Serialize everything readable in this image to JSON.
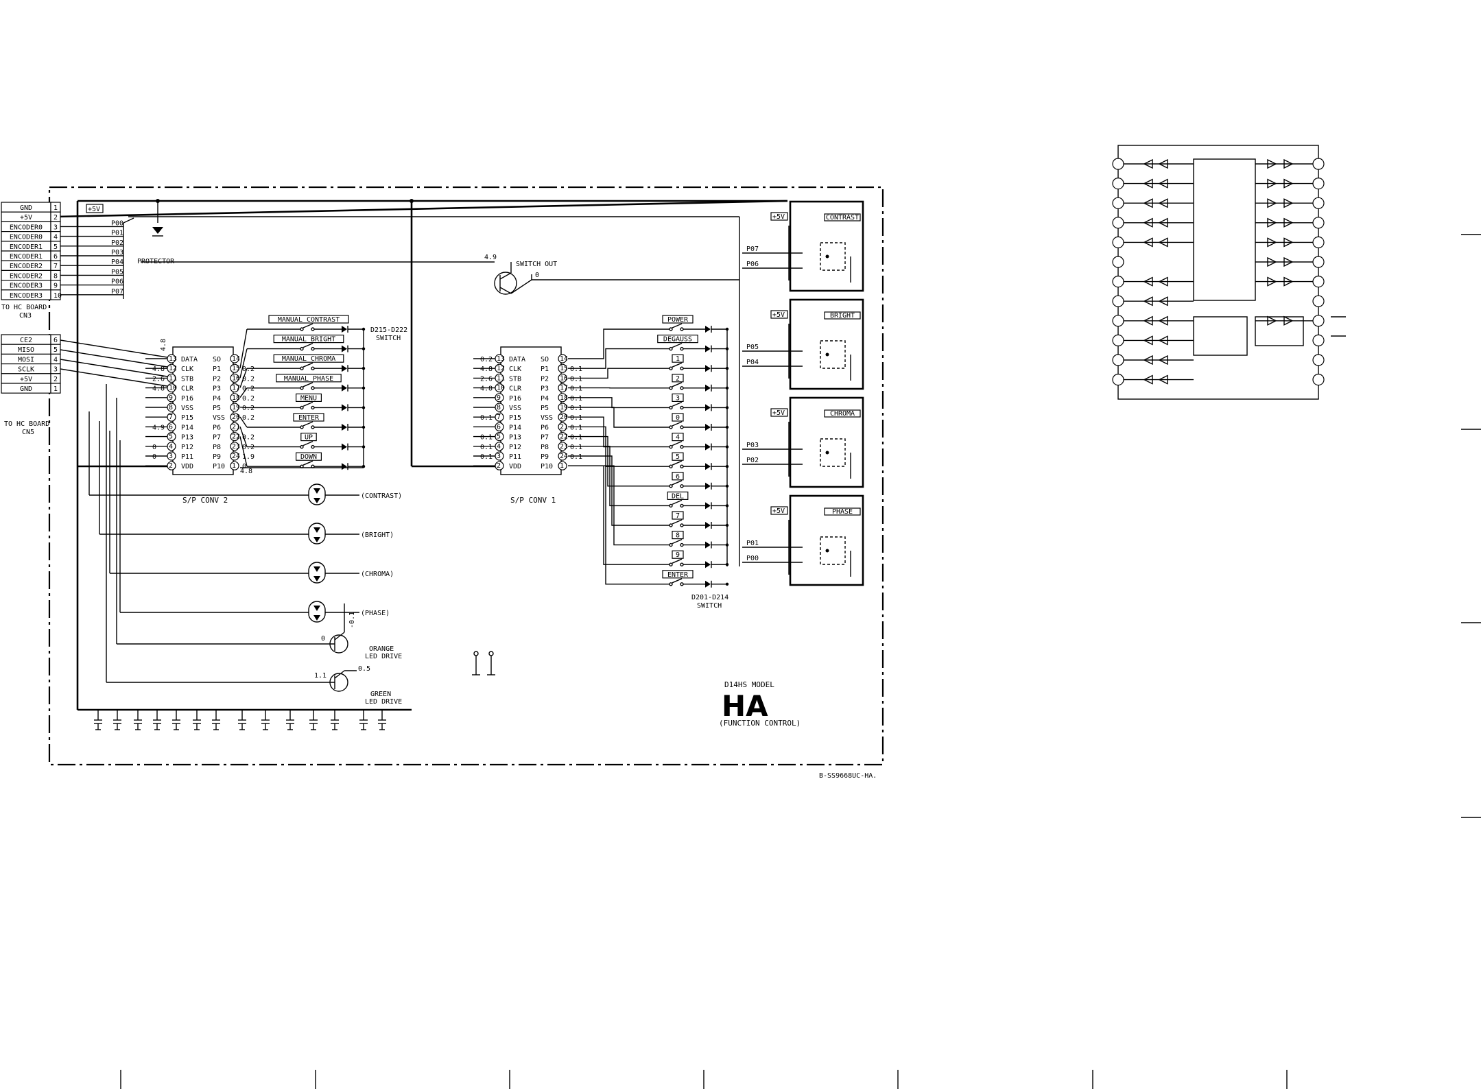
{
  "board": {
    "model": "D14HS MODEL",
    "name": "HA",
    "subtitle": "(FUNCTION CONTROL)",
    "doc_id": "B-SS9668UC-HA."
  },
  "connectors": {
    "cn3": {
      "caption_line1": "TO HC BOARD",
      "caption_line2": "CN3",
      "pins": [
        {
          "num": "1",
          "label": "GND",
          "net": ""
        },
        {
          "num": "2",
          "label": "+5V",
          "net": ""
        },
        {
          "num": "3",
          "label": "ENCODER0",
          "net": "P00"
        },
        {
          "num": "4",
          "label": "ENCODER0",
          "net": "P01"
        },
        {
          "num": "5",
          "label": "ENCODER1",
          "net": "P02"
        },
        {
          "num": "6",
          "label": "ENCODER1",
          "net": "P03"
        },
        {
          "num": "7",
          "label": "ENCODER2",
          "net": "P04"
        },
        {
          "num": "8",
          "label": "ENCODER2",
          "net": "P05"
        },
        {
          "num": "9",
          "label": "ENCODER3",
          "net": "P06"
        },
        {
          "num": "10",
          "label": "ENCODER3",
          "net": "P07"
        }
      ]
    },
    "cn5": {
      "caption_line1": "TO HC BOARD",
      "caption_line2": "CN5",
      "pins": [
        {
          "num": "6",
          "label": "CE2"
        },
        {
          "num": "5",
          "label": "MISO"
        },
        {
          "num": "4",
          "label": "MOSI"
        },
        {
          "num": "3",
          "label": "SCLK"
        },
        {
          "num": "2",
          "label": "+5V"
        },
        {
          "num": "1",
          "label": "GND"
        }
      ]
    }
  },
  "labels": {
    "plus5v": "+5V",
    "protector": "PROTECTOR",
    "switch_out": "SWITCH OUT",
    "switch_out_v_in": "4.9",
    "switch_out_v_out": "0",
    "protector_v": "4.8",
    "switch_group_a_line1": "D215-D222",
    "switch_group_a_line2": "SWITCH",
    "switch_group_b_line1": "D201-D214",
    "switch_group_b_line2": "SWITCH",
    "orange_led_line1": "ORANGE",
    "orange_led_line2": "LED DRIVE",
    "green_led_line1": "GREEN",
    "green_led_line2": "LED DRIVE",
    "orange_v_b": "0",
    "orange_v_c": "-0.1",
    "green_v_b": "1.1",
    "green_v_c": "0.5"
  },
  "ic_conv2": {
    "name": "S/P CONV 2",
    "left_pins": [
      {
        "num": "13",
        "name": "DATA",
        "v": ""
      },
      {
        "num": "12",
        "name": "CLK",
        "v": "4.8"
      },
      {
        "num": "11",
        "name": "STB",
        "v": "2.6"
      },
      {
        "num": "10",
        "name": "CLR",
        "v": "4.8"
      },
      {
        "num": "9",
        "name": "P16",
        "v": ""
      },
      {
        "num": "8",
        "name": "VSS",
        "v": ""
      },
      {
        "num": "7",
        "name": "P15",
        "v": ""
      },
      {
        "num": "6",
        "name": "P14",
        "v": "4.9"
      },
      {
        "num": "5",
        "name": "P13",
        "v": ""
      },
      {
        "num": "4",
        "name": "P12",
        "v": "0"
      },
      {
        "num": "3",
        "name": "P11",
        "v": "0"
      },
      {
        "num": "2",
        "name": "VDD",
        "v": ""
      }
    ],
    "right_pins": [
      {
        "num": "14",
        "name": "SO",
        "v": ""
      },
      {
        "num": "15",
        "name": "P1",
        "v": "0.2"
      },
      {
        "num": "16",
        "name": "P2",
        "v": "0.2"
      },
      {
        "num": "17",
        "name": "P3",
        "v": "0.2"
      },
      {
        "num": "18",
        "name": "P4",
        "v": "0.2"
      },
      {
        "num": "19",
        "name": "P5",
        "v": "0.2"
      },
      {
        "num": "20",
        "name": "VSS",
        "v": "0.2"
      },
      {
        "num": "21",
        "name": "P6",
        "v": ""
      },
      {
        "num": "22",
        "name": "P7",
        "v": "0.2"
      },
      {
        "num": "23",
        "name": "P8",
        "v": "0.2"
      },
      {
        "num": "24",
        "name": "P9",
        "v": "1.9"
      },
      {
        "num": "1",
        "name": "P10",
        "v": "0"
      }
    ],
    "extra_v": "4.8"
  },
  "ic_conv1": {
    "name": "S/P CONV 1",
    "left_pins": [
      {
        "num": "13",
        "name": "DATA",
        "v": "0.2"
      },
      {
        "num": "12",
        "name": "CLK",
        "v": "4.8"
      },
      {
        "num": "11",
        "name": "STB",
        "v": "2.6"
      },
      {
        "num": "10",
        "name": "CLR",
        "v": "4.8"
      },
      {
        "num": "9",
        "name": "P16",
        "v": ""
      },
      {
        "num": "8",
        "name": "VSS",
        "v": ""
      },
      {
        "num": "7",
        "name": "P15",
        "v": "0.1"
      },
      {
        "num": "6",
        "name": "P14",
        "v": ""
      },
      {
        "num": "5",
        "name": "P13",
        "v": "0.1"
      },
      {
        "num": "4",
        "name": "P12",
        "v": "0.1"
      },
      {
        "num": "3",
        "name": "P11",
        "v": "0.1"
      },
      {
        "num": "2",
        "name": "VDD",
        "v": ""
      }
    ],
    "right_pins": [
      {
        "num": "14",
        "name": "SO",
        "v": ""
      },
      {
        "num": "15",
        "name": "P1",
        "v": "0.1"
      },
      {
        "num": "16",
        "name": "P2",
        "v": "0.1"
      },
      {
        "num": "17",
        "name": "P3",
        "v": "0.1"
      },
      {
        "num": "18",
        "name": "P4",
        "v": "0.1"
      },
      {
        "num": "19",
        "name": "P5",
        "v": "0.1"
      },
      {
        "num": "20",
        "name": "VSS",
        "v": "0.1"
      },
      {
        "num": "21",
        "name": "P6",
        "v": "0.1"
      },
      {
        "num": "22",
        "name": "P7",
        "v": "0.1"
      },
      {
        "num": "23",
        "name": "P8",
        "v": "0.1"
      },
      {
        "num": "24",
        "name": "P9",
        "v": "0.1"
      },
      {
        "num": "1",
        "name": "P10",
        "v": ""
      }
    ]
  },
  "switches_a": [
    "MANUAL CONTRAST",
    "MANUAL BRIGHT",
    "MANUAL CHROMA",
    "MANUAL PHASE",
    "MENU",
    "ENTER",
    "UP",
    "DOWN"
  ],
  "switches_b": [
    "POWER",
    "DEGAUSS",
    "1",
    "2",
    "3",
    "0",
    "4",
    "5",
    "6",
    "DEL",
    "7",
    "8",
    "9",
    "ENTER"
  ],
  "leds": [
    "(CONTRAST)",
    "(BRIGHT)",
    "(CHROMA)",
    "(PHASE)"
  ],
  "encoders": [
    {
      "name": "CONTRAST",
      "top": "P07",
      "bot": "P06"
    },
    {
      "name": "BRIGHT",
      "top": "P05",
      "bot": "P04"
    },
    {
      "name": "CHROMA",
      "top": "P03",
      "bot": "P02"
    },
    {
      "name": "PHASE",
      "top": "P01",
      "bot": "P00"
    }
  ]
}
